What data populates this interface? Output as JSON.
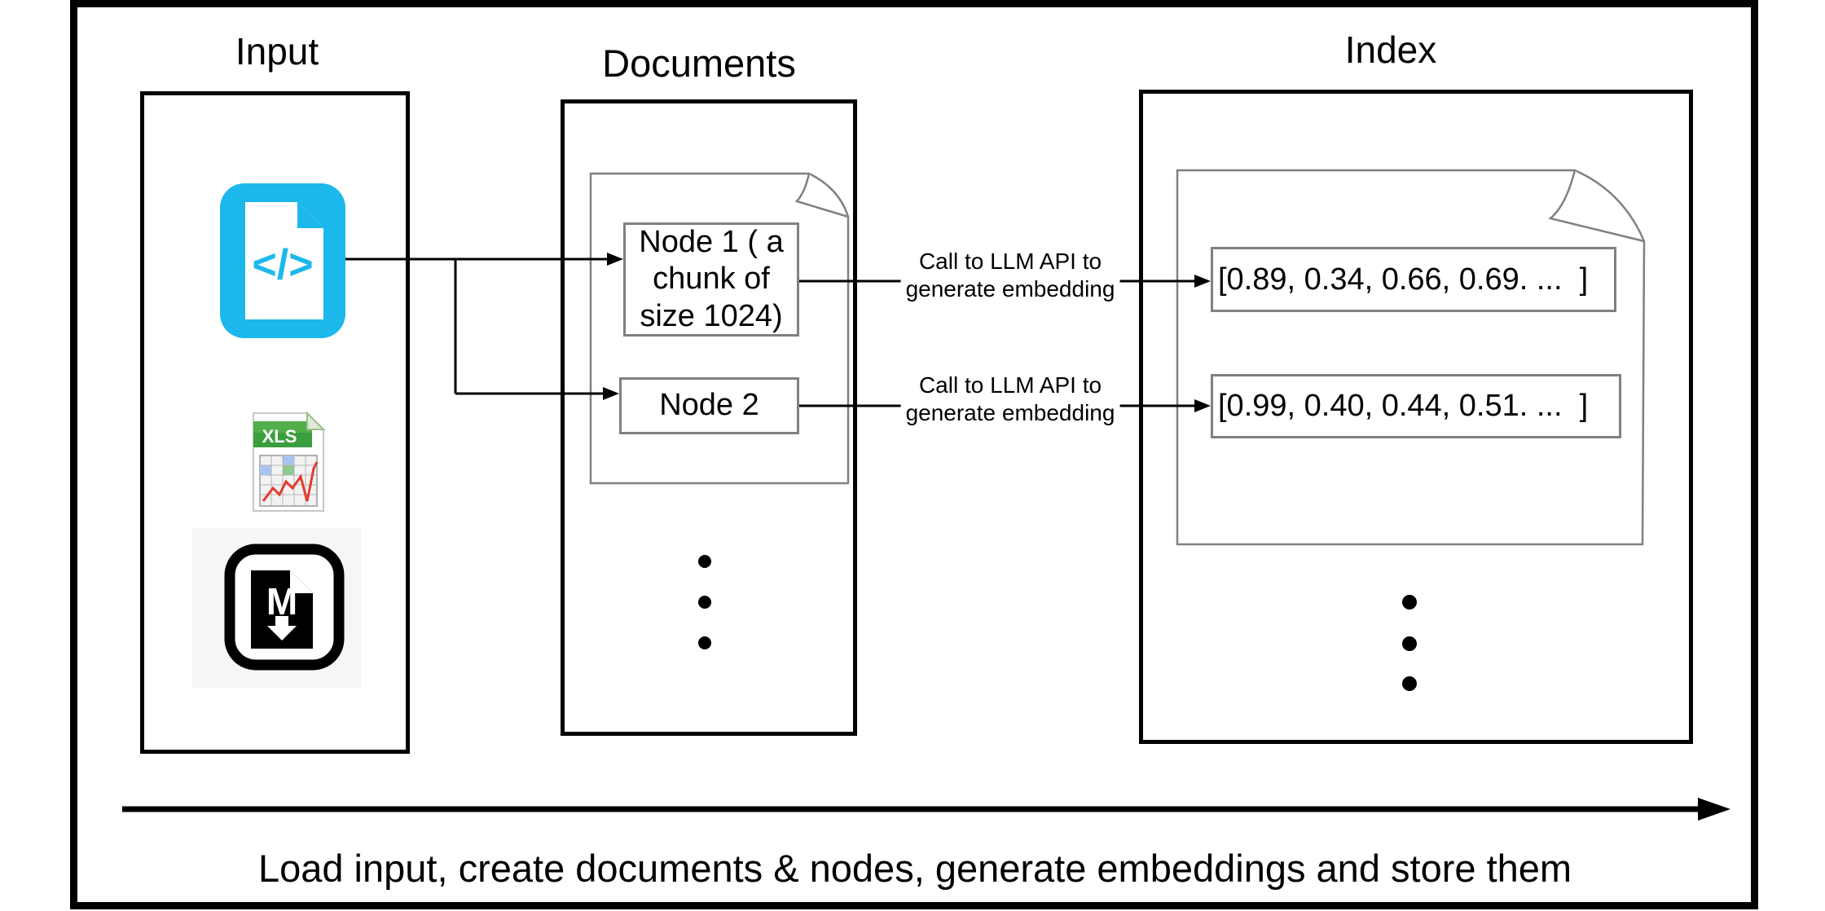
{
  "titles": {
    "input": "Input",
    "documents": "Documents",
    "index": "Index"
  },
  "input": {
    "icons": [
      {
        "name": "code-file-icon"
      },
      {
        "name": "xls-file-icon",
        "label": "XLS"
      },
      {
        "name": "markdown-file-icon",
        "label": "M"
      }
    ]
  },
  "documents": {
    "node1_lines": [
      "Node 1 ( a",
      "chunk of",
      "size 1024)"
    ],
    "node2": "Node 2"
  },
  "index": {
    "vector1": "[0.89, 0.34, 0.66, 0.69. ...  ]",
    "vector2": "[0.99, 0.40, 0.44, 0.51. ...  ]"
  },
  "arrows": {
    "label1_line1": "Call to LLM API to",
    "label1_line2": "generate embedding",
    "label2_line1": "Call to LLM API to",
    "label2_line2": "generate embedding"
  },
  "caption": "Load input, create documents & nodes, generate embeddings and store them",
  "colors": {
    "code_icon_cyan": "#1cb8ec",
    "xls_green": "#3a9e3f",
    "chart_line_red": "#e23b2e",
    "box_border_gray": "#808080",
    "frame_black": "#000000",
    "markdown_bg": "#f7f6f4"
  }
}
